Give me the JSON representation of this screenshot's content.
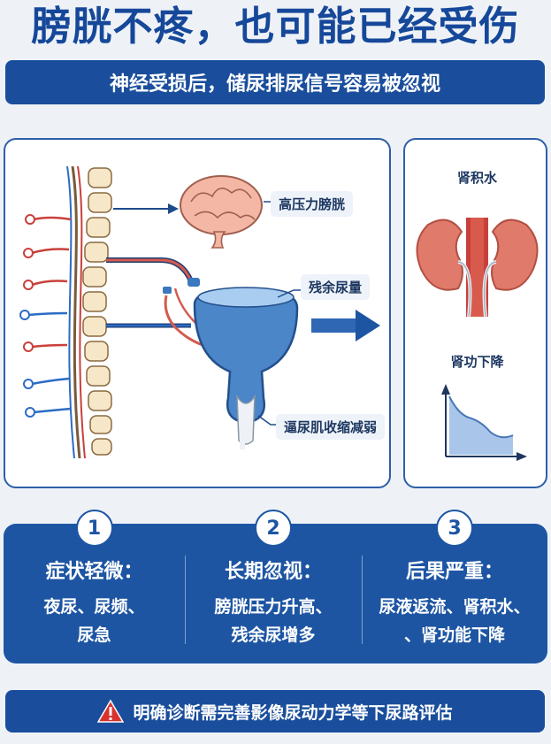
{
  "title": "膀胱不疼，也可能已经受伤",
  "subtitle": "神经受损后，储尿排尿信号容易被忽视",
  "diagram": {
    "callout_brain": "高压力膀胱",
    "callout_residual": "残余尿量",
    "callout_detrusor": "逼尿肌收缩减弱",
    "kidney_label": "肾积水",
    "function_label": "肾功下降"
  },
  "info": [
    {
      "num": "1",
      "head": "症状轻微：",
      "line1": "夜尿、尿频、",
      "line2": "尿急"
    },
    {
      "num": "2",
      "head": "长期忽视：",
      "line1": "膀胱压力升高、",
      "line2": "残余尿增多"
    },
    {
      "num": "3",
      "head": "后果严重：",
      "line1": "尿液返流、肾积水、",
      "line2": "、肾功能下降"
    }
  ],
  "footer": "明确诊断需完善影像尿动力学等下尿路评估",
  "colors": {
    "primary": "#1a4e9c",
    "band": "#1d55a3",
    "bladder": "#4a86c8",
    "kidney": "#e07a6a",
    "warning": "#d9322e"
  },
  "icons": {
    "warning": "warning-icon",
    "brain": "brain-icon",
    "kidney": "kidney-icon",
    "bladder": "bladder-icon"
  }
}
